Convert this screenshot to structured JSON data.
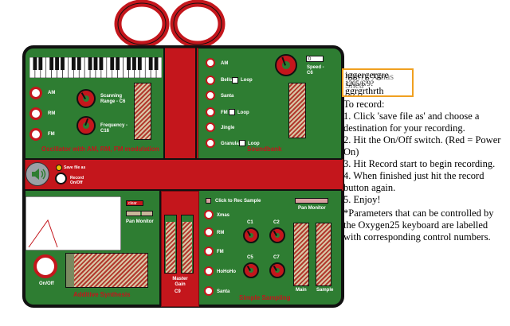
{
  "panels": {
    "osc": {
      "title": "Oscillator with AM, RM, FM modulation",
      "buttons": [
        "AM",
        "RM",
        "FM"
      ],
      "knob1_label": "Scanning Range - C6",
      "knob2_label": "Frequency - C16"
    },
    "soundbank": {
      "title": "Soundbank",
      "items": [
        "AM",
        "Bells",
        "Santa",
        "FM",
        "Jingle",
        "Granular"
      ],
      "loop_label": "Loop",
      "number_value": "0",
      "speed_label": "Speed - C6"
    },
    "record": {
      "save_label": "Save file as",
      "record_label": "Record On/Off"
    },
    "additive": {
      "title": "Additive Synthesis",
      "clear_label": "clear",
      "pan_label": "Pan Monitor",
      "onoff_label": "On/Off"
    },
    "master": {
      "label": "Master Gain",
      "ctrl": "C9"
    },
    "sample": {
      "title": "Simple Sampling",
      "rec_label": "Click to Rec Sample",
      "items": [
        "Xmas",
        "RM",
        "FM",
        "HoHoHo",
        "Santa"
      ],
      "pan_label": "Pan Monitor",
      "knob_labels": [
        "C1",
        "C2",
        "C5",
        "C7"
      ],
      "main_label": "Main",
      "sample_label": "Sample"
    }
  },
  "instructions": {
    "header_overlay": "iggergergre",
    "overlay_line2": "1205/6/9?",
    "overlay_line3": "ggrgrthrth",
    "under_text": "Merry Xmas Shea",
    "to_record": "To record:",
    "step1": "1. Click 'save file as' and choose a destination for your recording.",
    "step2": "2. Hit the On/Off switch. (Red = Power On)",
    "step3": "3. Hit Record start to begin recording.",
    "step4": "4. When finished just hit the record button again.",
    "step5": "5. Enjoy!",
    "note": "*Parameters that can be controlled by the Oxygen25 keyboard are labelled with corresponding control numbers."
  },
  "colors": {
    "green": "#2e7d32",
    "red": "#c4161c",
    "outline": "#111111"
  }
}
